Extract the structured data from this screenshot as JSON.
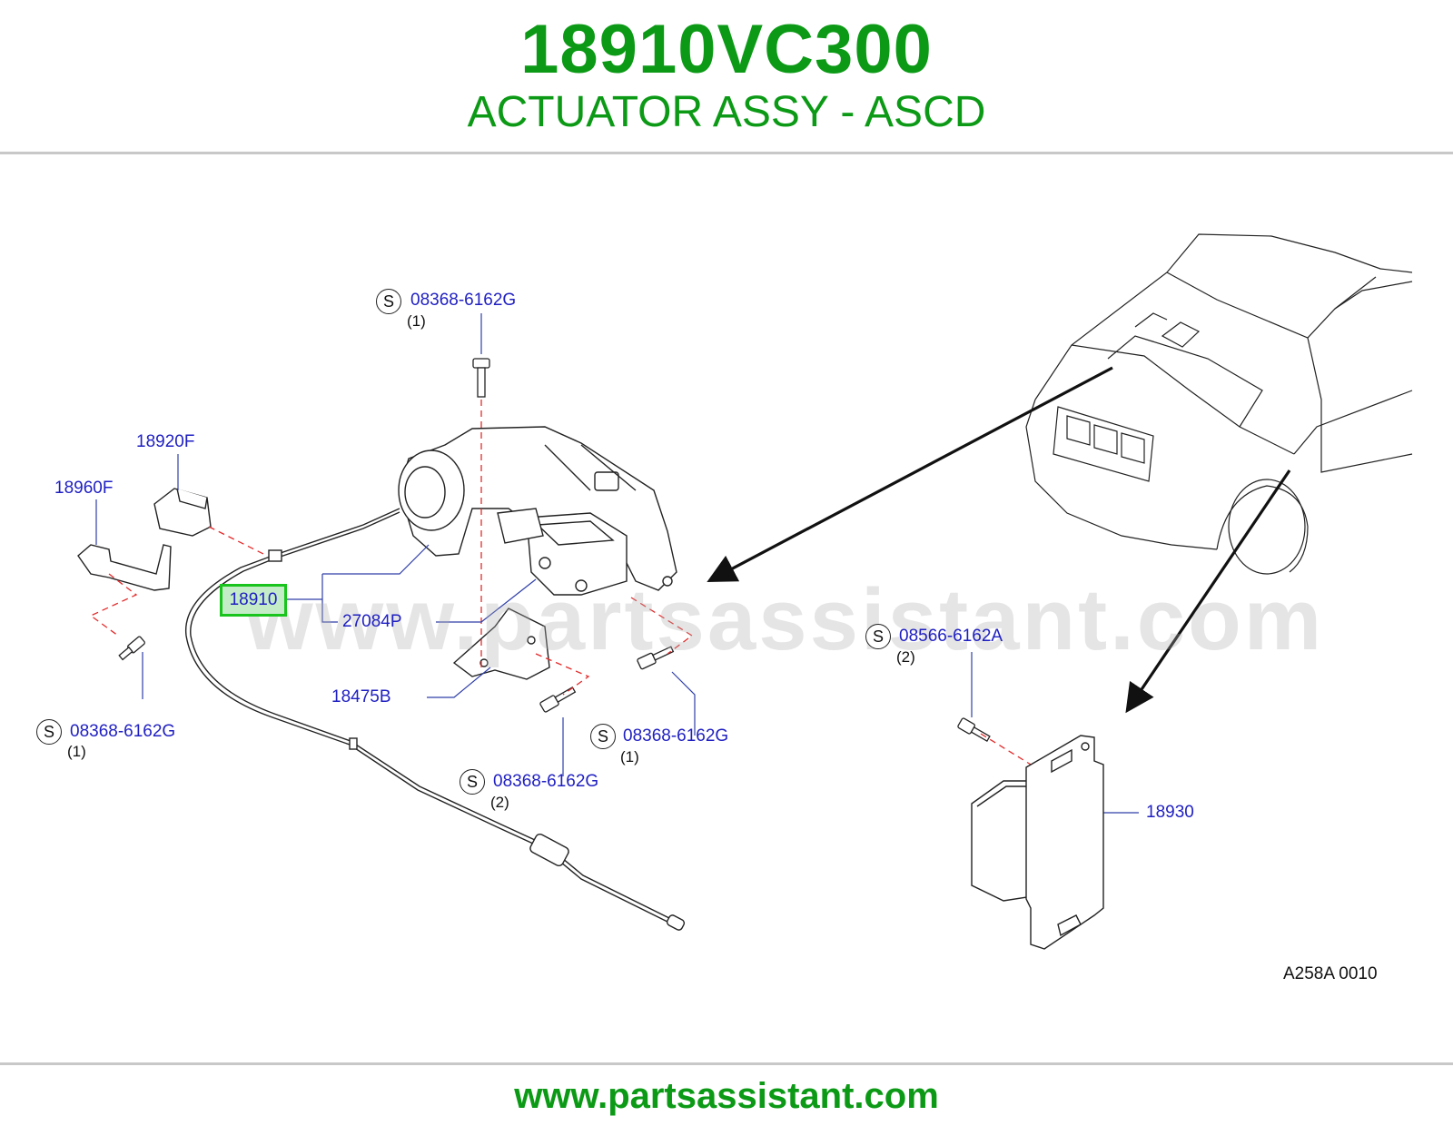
{
  "header": {
    "part_number": "18910VC300",
    "part_title": "ACTUATOR ASSY - ASCD"
  },
  "footer": {
    "url": "www.partsassistant.com"
  },
  "watermark": "www.partsassistant.com",
  "diagram_code": "A258A  0010",
  "colors": {
    "brand_green": "#0c9a16",
    "label_blue": "#1f1fc2",
    "highlight": "#19c41c"
  },
  "callouts": {
    "bolt_top": {
      "s": "S",
      "part": "08368-6162G",
      "qty": "(1)"
    },
    "p18920F": "18920F",
    "p18960F": "18960F",
    "p18910": "18910",
    "p27084P": "27084P",
    "p18475B": "18475B",
    "bolt_left": {
      "s": "S",
      "part": "08368-6162G",
      "qty": "(1)"
    },
    "bolt_mid": {
      "s": "S",
      "part": "08368-6162G",
      "qty": "(2)"
    },
    "bolt_right": {
      "s": "S",
      "part": "08368-6162G",
      "qty": "(1)"
    },
    "screw_ecu": {
      "s": "S",
      "part": "08566-6162A",
      "qty": "(2)"
    },
    "p18930": "18930"
  }
}
